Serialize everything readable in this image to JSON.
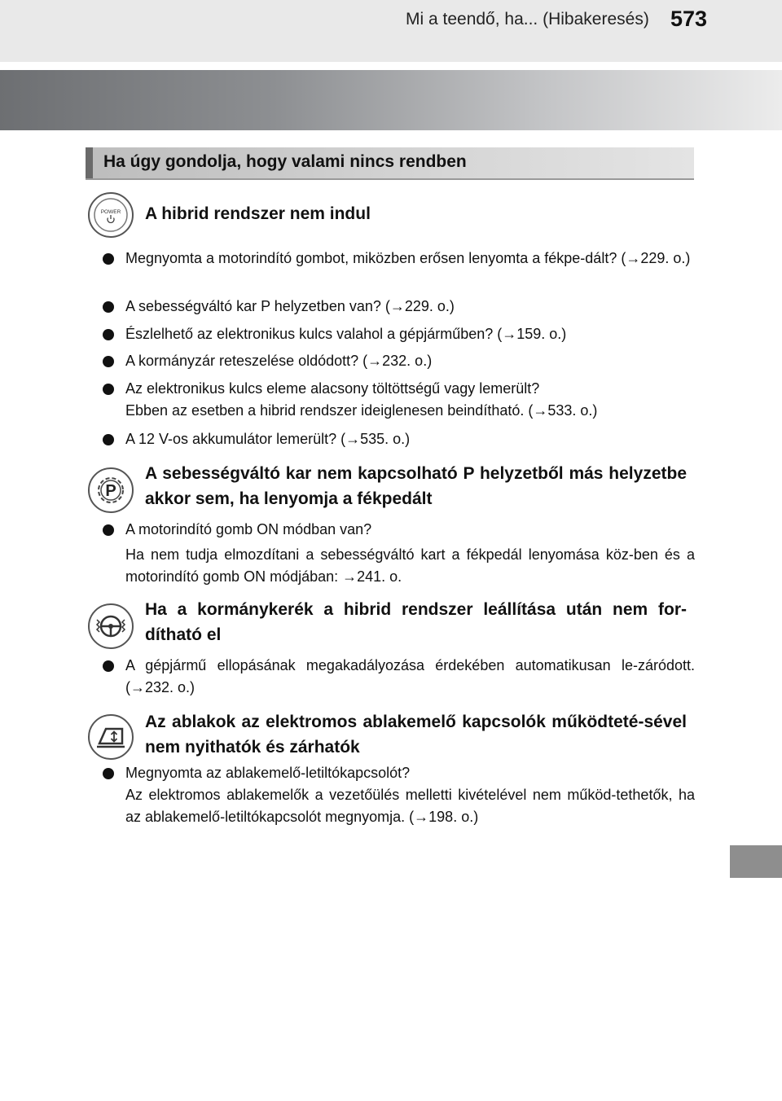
{
  "header": {
    "running_title": "Mi a teendő, ha... (Hibakeresés)",
    "page_number": "573"
  },
  "section": {
    "title": "Ha úgy gondolja, hogy valami nincs rendben"
  },
  "blocks": [
    {
      "icon": "power-button-icon",
      "icon_label": "POWER",
      "heading": "A hibrid rendszer nem indul",
      "items": [
        {
          "text": "Megnyomta a motorindító gombot, miközben erősen lenyomta a fékpe-dált? (→229. o.)"
        },
        {
          "text": "A sebességváltó kar P helyzetben van? (→229. o.)"
        },
        {
          "text": "Észlelhető az elektronikus kulcs valahol a gépjárműben? (→159. o.)"
        },
        {
          "text": "A kormányzár reteszelése oldódott? (→232. o.)"
        },
        {
          "text": "Az elektronikus kulcs eleme alacsony töltöttségű vagy lemerült?",
          "note": "Ebben az esetben a hibrid rendszer ideiglenesen beindítható. (→533. o.)"
        },
        {
          "text": "A 12 V-os akkumulátor lemerült? (→535. o.)"
        }
      ]
    },
    {
      "icon": "park-gear-icon",
      "heading": "A sebességváltó kar nem kapcsolható P helyzetből más helyzetbe akkor sem, ha lenyomja a fékpedált",
      "items": [
        {
          "text": "A motorindító gomb ON módban van?",
          "note": "Ha nem tudja elmozdítani a sebességváltó kart a fékpedál lenyomása köz-ben és a motorindító gomb ON módjában: →241. o."
        }
      ]
    },
    {
      "icon": "steering-lock-icon",
      "heading": "Ha a kormánykerék a hibrid rendszer leállítása után nem for-dítható el",
      "items": [
        {
          "text": "A gépjármű ellopásának megakadályozása érdekében automatikusan le-záródott. (→232. o.)"
        }
      ]
    },
    {
      "icon": "window-lock-icon",
      "heading": "Az ablakok az elektromos ablakemelő kapcsolók működteté-sével nem nyithatók és zárhatók",
      "items": [
        {
          "text": "Megnyomta az ablakemelő-letiltókapcsolót?",
          "note": "Az elektromos ablakemelők a vezetőülés melletti kivételével nem működ-tethetők, ha az ablakemelő-letiltókapcsolót megnyomja. (→198. o.)"
        }
      ]
    }
  ],
  "colors": {
    "banner_dark": "#6d6f72",
    "section_bar": "#c8c8c8",
    "side_tab": "#8e8e8e"
  }
}
